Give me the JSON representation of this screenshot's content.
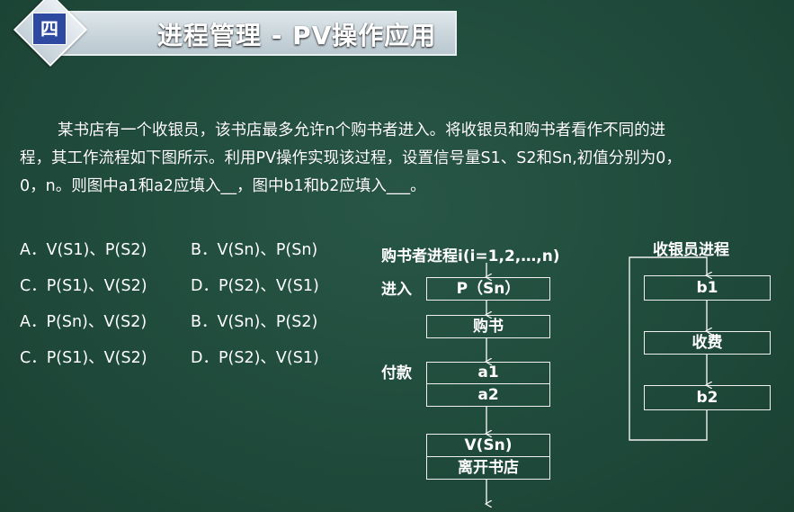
{
  "header": {
    "badge": "四",
    "title": "进程管理 - PV操作应用"
  },
  "question": {
    "line1": "某书店有一个收银员，该书店最多允许n个购书者进入。将收银员和购书者看作不同的进",
    "line2": "程，其工作流程如下图所示。利用PV操作实现该过程，设置信号量S1、S2和Sn,初值分别为0，",
    "line3": "0，n。则图中a1和a2应填入__，图中b1和b2应填入___。"
  },
  "options": [
    [
      "A．V(S1)、P(S2)",
      "B．V(Sn)、P(Sn)"
    ],
    [
      "C．P(S1)、V(S2)",
      "D．P(S2)、V(S1)"
    ],
    [
      "A．P(Sn)、V(S2)",
      "B．V(Sn)、P(S2)"
    ],
    [
      "C．P(S1)、V(S2)",
      "D．P(S2)、V(S1)"
    ]
  ],
  "buyer": {
    "title": "购书者进程i(i=1,2,…,n)",
    "enter_label": "进入",
    "pay_label": "付款",
    "box_p_sn": "P（Sn）",
    "box_buy": "购书",
    "box_a1": "a1",
    "box_a2": "a2",
    "box_v_sn": "V(Sn)",
    "box_leave": "离开书店"
  },
  "cashier": {
    "title": "收银员进程",
    "box_b1": "b1",
    "box_fee": "收费",
    "box_b2": "b2"
  }
}
